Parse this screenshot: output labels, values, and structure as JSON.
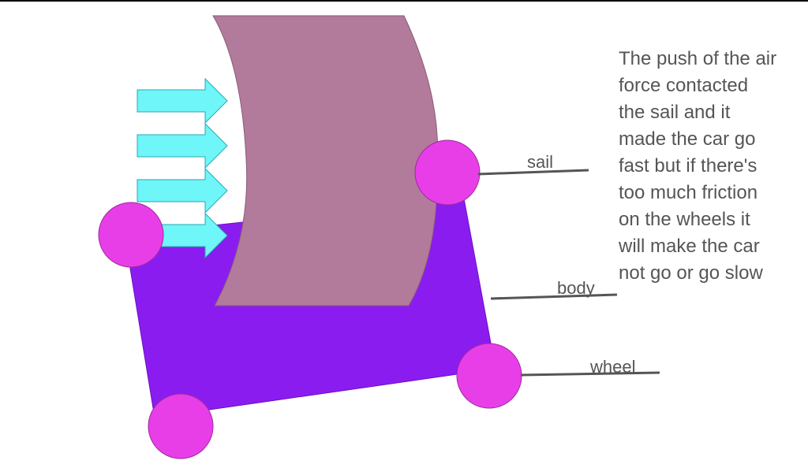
{
  "labels": {
    "sail": "sail",
    "body": "body",
    "wheel": "wheel"
  },
  "explanation_lines": [
    "The push of the air",
    "force contacted",
    "the sail and it",
    "made the car go",
    "fast but if there's",
    "too much friction",
    "on the wheels it",
    "will make the car",
    "not go or go slow"
  ],
  "colors": {
    "body": "#8b1cf0",
    "sail": "#b27b9b",
    "wheel": "#e83ee8",
    "arrow": "#6ff6f8",
    "text": "#555555",
    "leader_line": "#555555"
  }
}
